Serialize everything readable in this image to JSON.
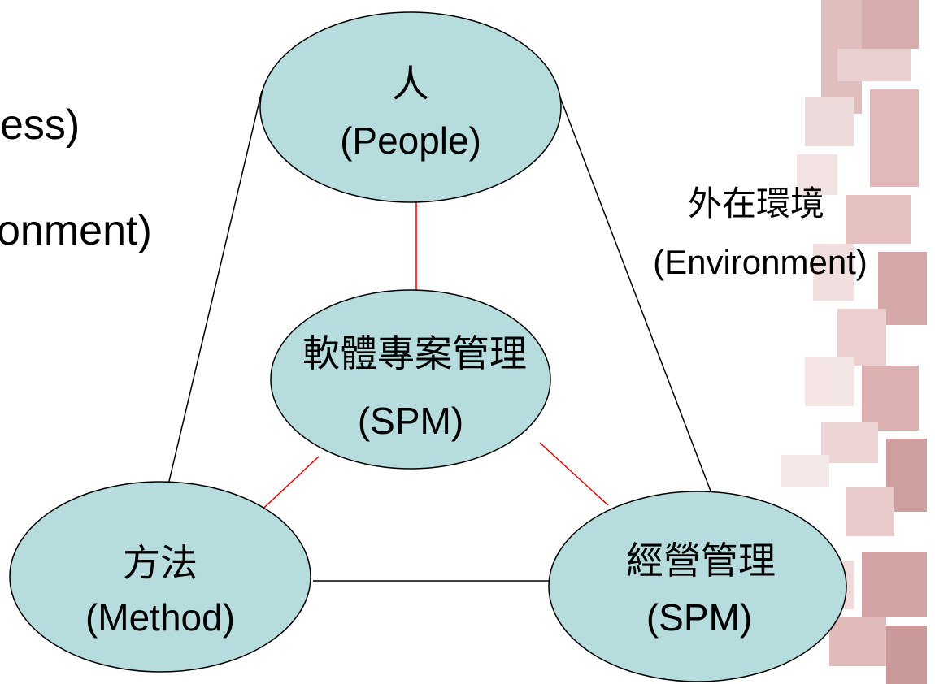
{
  "background_bullets": [
    {
      "text": "ess)"
    },
    {
      "text": "onment)"
    }
  ],
  "nodes": {
    "people": {
      "line1": "人",
      "line2": "(People)"
    },
    "spm_center": {
      "line1": "軟體專案管理",
      "line2": "(SPM)"
    },
    "method": {
      "line1": "方法",
      "line2": "(Method)"
    },
    "management": {
      "line1": "經營管理",
      "line2": "(SPM)"
    }
  },
  "environment_label": {
    "line1": "外在環境",
    "line2": "(Environment)"
  },
  "colors": {
    "node_fill": "#b7dcdd",
    "node_stroke": "#000000",
    "outer_line": "#000000",
    "inner_line": "#e60000",
    "watermark": "#a84848"
  }
}
